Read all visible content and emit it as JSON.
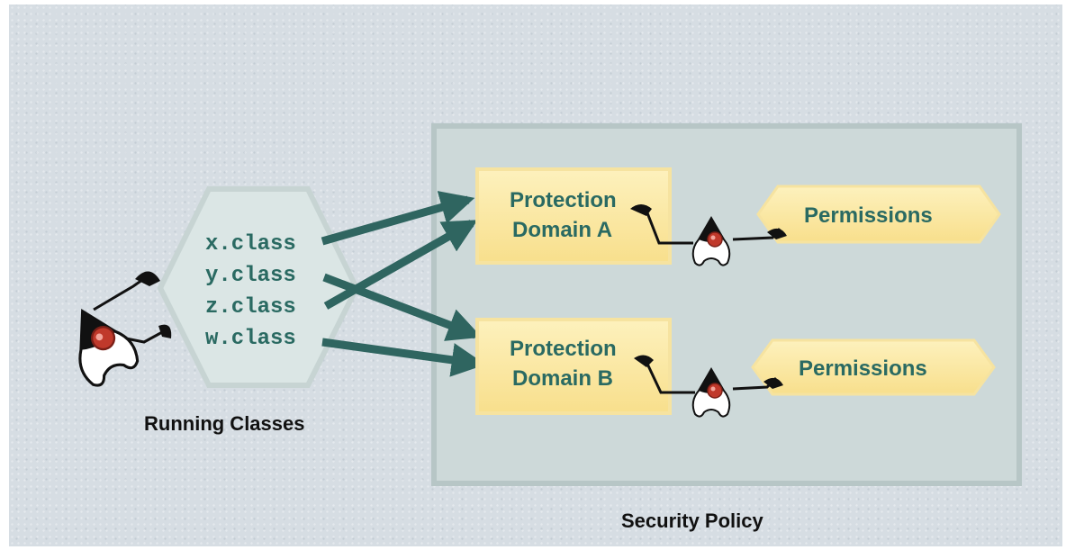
{
  "running_classes": {
    "caption": "Running Classes",
    "classes": [
      "x.class",
      "y.class",
      "z.class",
      "w.class"
    ]
  },
  "security_policy": {
    "caption": "Security Policy",
    "domains": [
      {
        "line1": "Protection",
        "line2": "Domain A",
        "permissions": "Permissions"
      },
      {
        "line1": "Protection",
        "line2": "Domain B",
        "permissions": "Permissions"
      }
    ]
  },
  "colors": {
    "background": "#d6dde3",
    "policy_fill": "#cdd9d9",
    "hexagon_fill": "#dbe6e5",
    "domain_fill": "#fbeaa6",
    "label_text": "#2a6a62",
    "arrow": "#2f6560",
    "caption": "#111111"
  },
  "icons": [
    "duke-mascot-icon"
  ]
}
